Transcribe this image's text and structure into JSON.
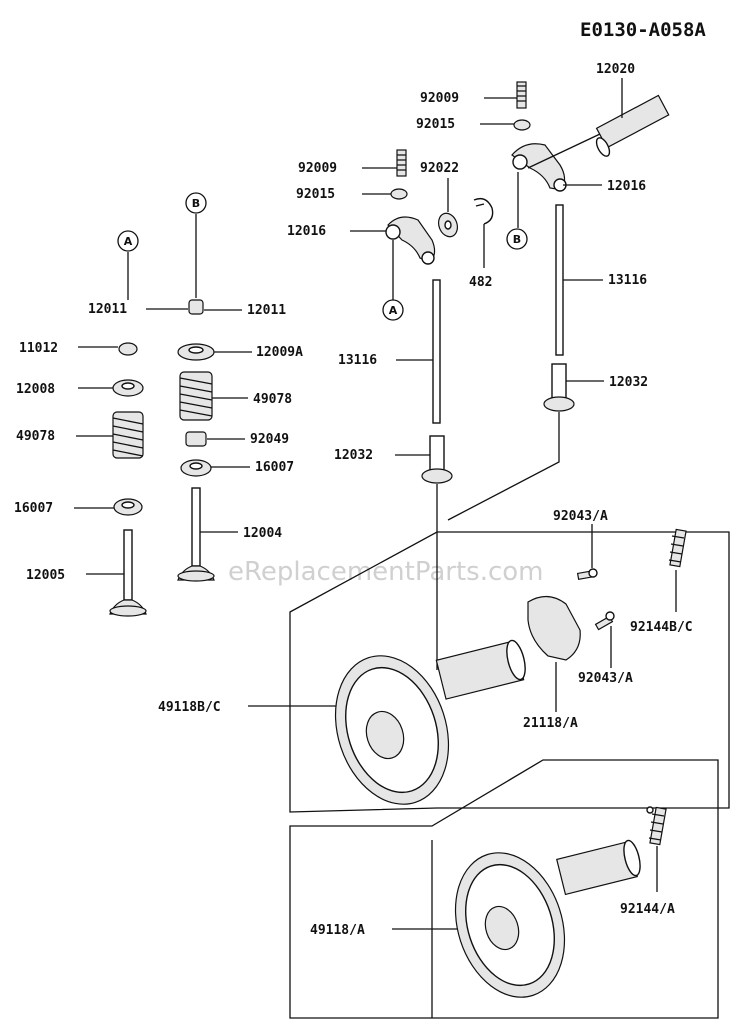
{
  "diagram_code": "E0130-A058A",
  "watermark": "eReplacementParts.com",
  "labels": {
    "l12020": "12020",
    "l92009a": "92009",
    "l92015a": "92015",
    "l12016a": "12016",
    "l92009b": "92009",
    "l92015b": "92015",
    "l92022": "92022",
    "l12016b": "12016",
    "l482": "482",
    "l13116a": "13116",
    "l12011a": "12011",
    "l12011b": "12011",
    "l11012": "11012",
    "l12009A": "12009A",
    "l12008": "12008",
    "l49078a": "49078",
    "l49078b": "49078",
    "l92049": "92049",
    "l13116b": "13116",
    "l12032a": "12032",
    "l12032b": "12032",
    "l16007a": "16007",
    "l16007b": "16007",
    "l12004": "12004",
    "l12005": "12005",
    "l92043a": "92043/A",
    "l92043b": "92043/A",
    "l92144BC": "92144B/C",
    "l49118BC": "49118B/C",
    "l21118A": "21118/A",
    "l92144A": "92144/A",
    "l49118A": "49118/A"
  },
  "refs": {
    "A": "A",
    "B": "B"
  },
  "colors": {
    "ink": "#111111",
    "fill": "#e6e6e6",
    "background": "#ffffff",
    "watermark": "#d0d0d0"
  }
}
